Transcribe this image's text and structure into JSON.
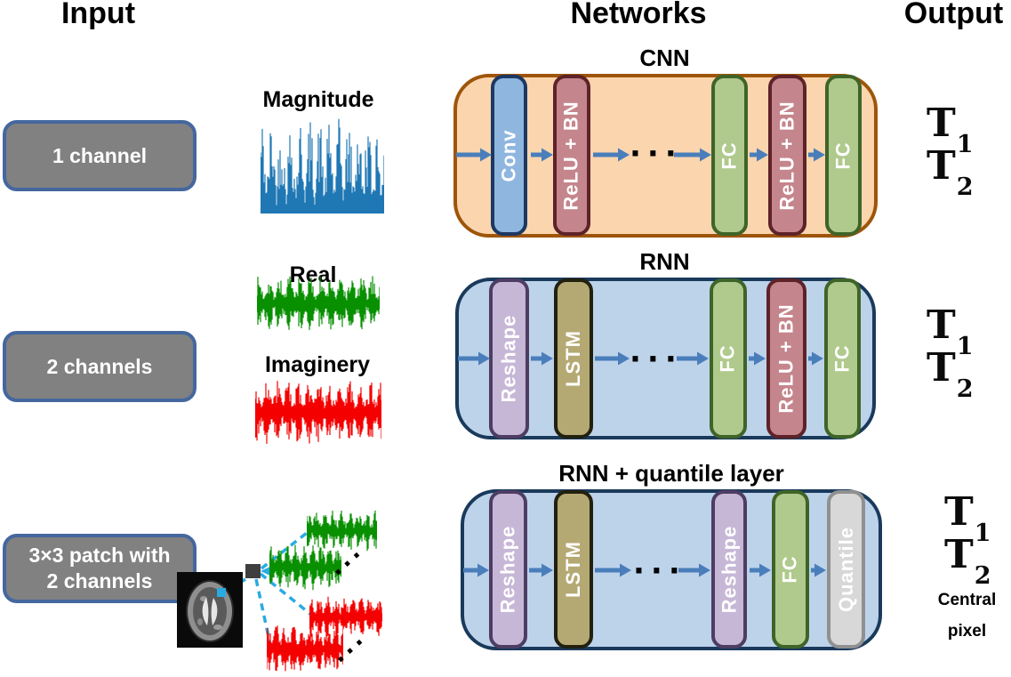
{
  "headers": {
    "input": "Input",
    "networks": "Networks",
    "output": "Output"
  },
  "input_boxes": {
    "box1": {
      "label": "1 channel"
    },
    "box2": {
      "label": "2 channels"
    },
    "box3": {
      "line1": "3×3 patch with",
      "line2": "2 channels"
    }
  },
  "signal_labels": {
    "magnitude": "Magnitude",
    "real": "Real",
    "imaginery": "Imaginery"
  },
  "signal_colors": {
    "magnitude": "#1F77B4",
    "real": "#089000",
    "imaginery": "#F40000"
  },
  "ellipsis": "···",
  "networks": {
    "cnn": {
      "title": "CNN",
      "layers": [
        "Conv",
        "ReLU + BN",
        "FC",
        "ReLU + BN",
        "FC"
      ]
    },
    "rnn": {
      "title": "RNN",
      "layers": [
        "Reshape",
        "LSTM",
        "FC",
        "ReLU + BN",
        "FC"
      ]
    },
    "rnnq": {
      "title": "RNN + quantile layer",
      "layers": [
        "Reshape",
        "LSTM",
        "Reshape",
        "FC",
        "Quantile"
      ]
    }
  },
  "outputs": {
    "row1": {
      "t1": "T",
      "t1_sub": "1",
      "t2": "T",
      "t2_sub": "2"
    },
    "row2": {
      "t1": "T",
      "t1_sub": "1",
      "t2": "T",
      "t2_sub": "2"
    },
    "row3": {
      "t1": "T",
      "t1_sub": "1",
      "t2": "T",
      "t2_sub": "2",
      "extra_line1": "Central",
      "extra_line2": "pixel"
    }
  },
  "colors": {
    "cnn_fill": "#FAD5AE",
    "cnn_border": "#9E5509",
    "rnn_fill": "#BDD3EA",
    "rnn_border": "#1A3A5C",
    "pill_conv_fill": "#8FB6DE",
    "pill_conv_border": "#1B3863",
    "pill_relu_fill": "#C5858C",
    "pill_relu_border": "#5E2229",
    "pill_fc_fill": "#AFCA8C",
    "pill_fc_border": "#3F6428",
    "pill_reshape_fill": "#C7B7D6",
    "pill_reshape_border": "#4E3D63",
    "pill_lstm_fill": "#B5A973",
    "pill_lstm_border": "#22200F",
    "pill_quantile_fill": "#D8D8D8",
    "pill_quantile_border": "#909090",
    "input_box_fill": "#818181",
    "input_box_border": "#44679E",
    "arrow": "#4A7EBB",
    "dashed_line": "#29ABE2"
  }
}
